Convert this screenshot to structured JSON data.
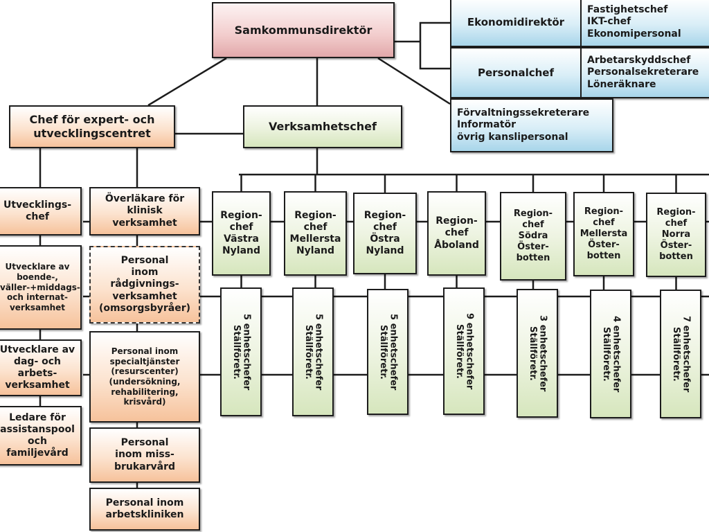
{
  "colors": {
    "top_pink": "#f2cccc",
    "expert_orange": "#fce3cf",
    "operations_green": "#eef4e2",
    "admin_blue": "#d9eef7",
    "line": "#1c1c1c"
  },
  "top": {
    "director": "Samkommunsdirektör"
  },
  "admin": {
    "ekonomidirektor": "Ekonomidirektör",
    "ekonomi_staff": "Fastighetschef\nIKT-chef\nEkonomipersonal",
    "personalchef": "Personalchef",
    "personal_staff": "Arbetarskyddschef\nPersonalsekreterare\nLöneräknare",
    "kansli_staff": "Förvaltningssekreterare\nInformatör\növrig kanslipersonal"
  },
  "expert": {
    "chef": "Chef för expert- och\nutvecklingscentret",
    "left_column": [
      "Utvecklings-\nchef",
      "Utvecklare av\nboende-,\nkväller-+middags-\noch internat-\nverksamhet",
      "Utvecklare av\ndag- och\narbets-\nverksamhet",
      "Ledare för\nassistanspool\noch\nfamiljevård"
    ],
    "right_column": [
      "Överläkare för\nklinisk\nverksamhet",
      "Personal\ninom\nrådgivnings-\nverksamhet\n(omsorgsbyråer)",
      "Personal inom\nspecialtjänster\n(resurscenter)\n(undersökning,\nrehabilitering,\nkrisvård)",
      "Personal\ninom miss-\nbrukarvård",
      "Personal inom\narbetskliniken"
    ]
  },
  "operations": {
    "chef": "Verksamhetschef",
    "regions": [
      {
        "title": "Region-\nchef\nVästra\nNyland",
        "units": "5 enhetschefer\nStällföretr."
      },
      {
        "title": "Region-\nchef\nMellersta\nNyland",
        "units": "5 enhetschefer\nStällföretr."
      },
      {
        "title": "Region-\nchef\nÖstra\nNyland",
        "units": "5 enhetschefer\nStällföretr."
      },
      {
        "title": "Region-\nchef\nÅboland",
        "units": "9 enhetschefer\nStällföretr."
      },
      {
        "title": "Region-\nchef\nSödra\nÖster-\nbotten",
        "units": "3 enhetschefer\nStällföretr."
      },
      {
        "title": "Region-\nchef\nMellersta\nÖster-\nbotten",
        "units": "4 enhetschefer\nStällföretr."
      },
      {
        "title": "Region-\nchef\nNorra\nÖster-\nbotten",
        "units": "7 enhetschefer\nStällföretr."
      }
    ]
  }
}
